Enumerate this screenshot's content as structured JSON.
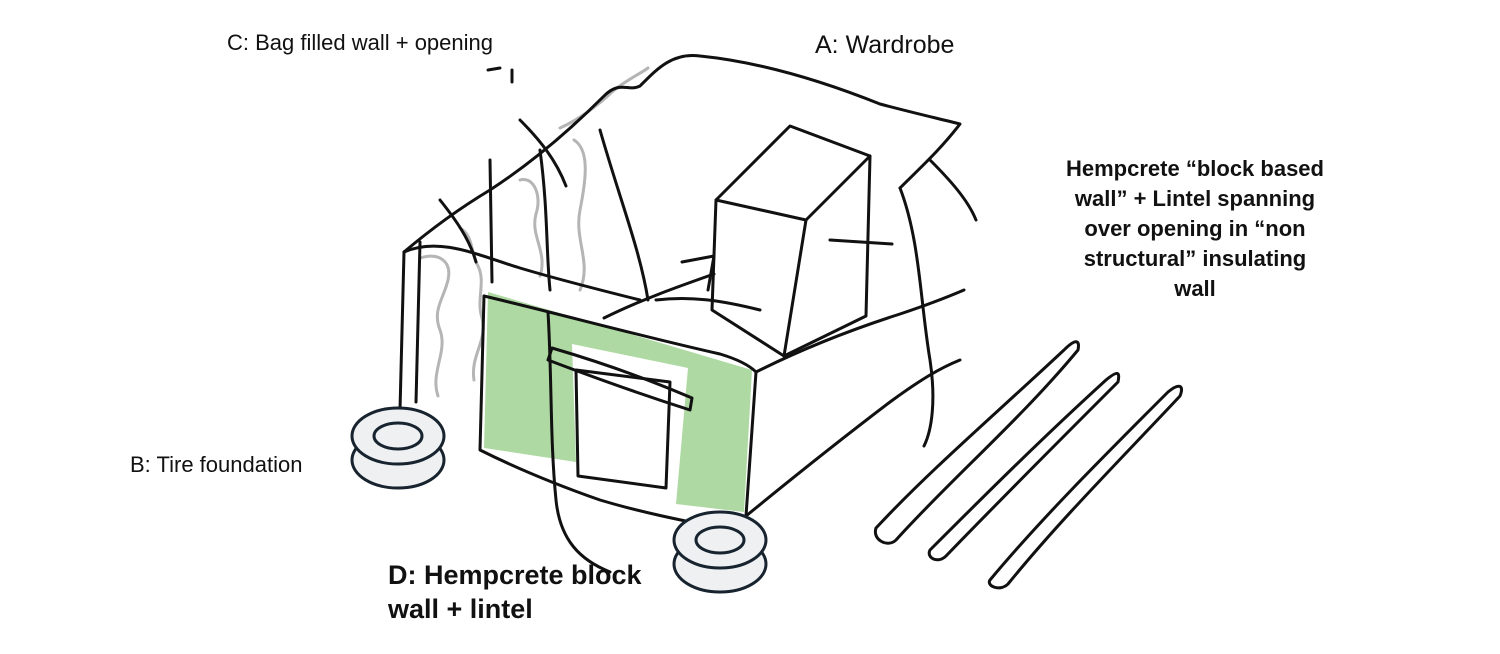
{
  "labels": {
    "c": "C: Bag filled wall + opening",
    "a": "A: Wardrobe",
    "b": "B: Tire foundation",
    "d_line1": "D: Hempcrete block",
    "d_line2": "wall + lintel"
  },
  "note": {
    "line1": "Hempcrete “block based",
    "line2": "wall” + Lintel spanning",
    "line3": "over opening in “non",
    "line4": "structural” insulating",
    "line5": "wall"
  },
  "colors": {
    "ink": "#111111",
    "gray_stroke": "#b5b5b5",
    "green_fill": "#8cc97a",
    "tire_fill": "#eef0f2",
    "tire_stroke": "#17232e"
  },
  "icons": [
    "tire-icon",
    "lintel-block-icon"
  ]
}
